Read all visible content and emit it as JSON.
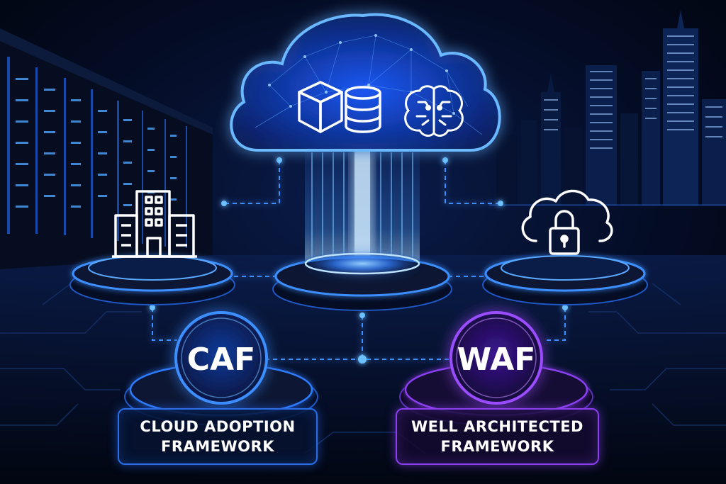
{
  "nodes": {
    "caf": {
      "abbr": "CAF",
      "label_line1": "CLOUD ADOPTION",
      "label_line2": "FRAMEWORK",
      "accent": "#2a7bff"
    },
    "waf": {
      "abbr": "WAF",
      "label_line1": "WELL ARCHITECTED",
      "label_line2": "FRAMEWORK",
      "accent": "#9a4dff"
    }
  },
  "icons": {
    "cloud_services": [
      "cube-icon",
      "database-icon",
      "brain-chip-icon"
    ],
    "left_platform": "office-building-icon",
    "right_platform": "cloud-lock-icon"
  },
  "colors": {
    "background": "#030816",
    "glow_blue": "#2f8cff",
    "glow_violet": "#9a4dff"
  }
}
